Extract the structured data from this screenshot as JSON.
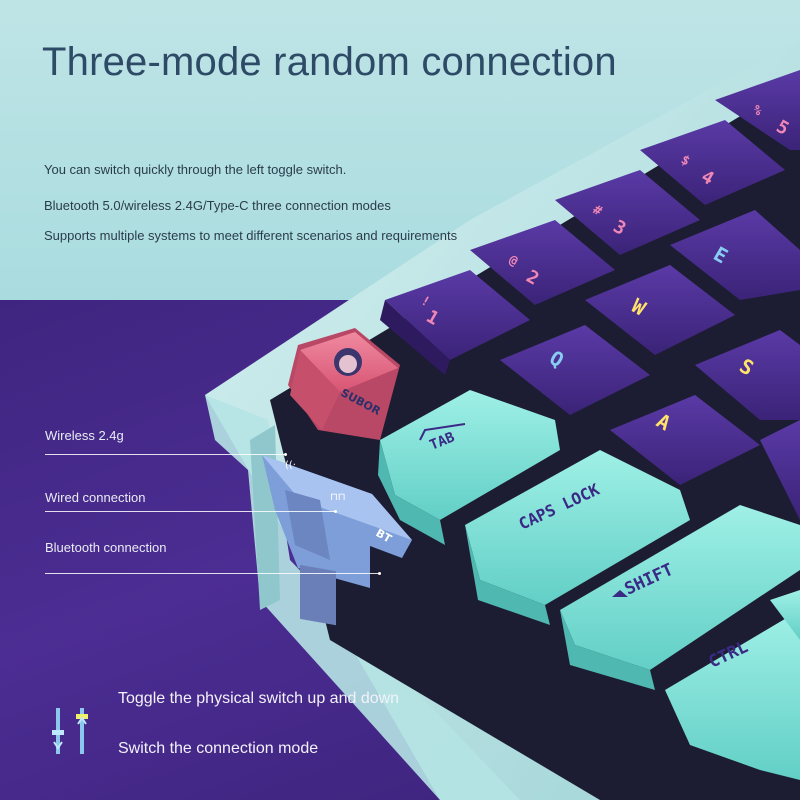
{
  "header": {
    "title": "Three-mode random connection",
    "lines": [
      "You can switch quickly through the left toggle switch.",
      "Bluetooth 5.0/wireless 2.4G/Type-C three connection modes",
      "Supports multiple systems to meet different scenarios and requirements"
    ]
  },
  "callouts": [
    "Wireless 2.4g",
    "Wired connection",
    "Bluetooth connection"
  ],
  "switch_labels": {
    "wireless": "((·",
    "wired": "⊓⊓",
    "bluetooth": "BT"
  },
  "keycaps": {
    "brand": "SUBOR",
    "tab": "TAB",
    "caps": "CAPS LOCK",
    "shift": "SHIFT",
    "ctrl": "CTRL",
    "q": "Q",
    "w": "W",
    "e": "E",
    "a": "A",
    "s": "S",
    "n1": "1",
    "n2": "2",
    "n3": "3",
    "n4": "4",
    "n5": "5",
    "sym1": "!",
    "sym2": "@",
    "sym3": "#",
    "sym4": "$",
    "sym5": "%"
  },
  "instructions": [
    "Toggle the physical switch up and down",
    "Switch the connection mode"
  ],
  "colors": {
    "top_bg": "#bfe4e6",
    "bottom_bg": "#4a2c8c",
    "purple_key": "#4b2f92",
    "mint_key": "#7fe0d8",
    "pink_key": "#ea6b87",
    "switch_blue": "#8fb0e6"
  }
}
